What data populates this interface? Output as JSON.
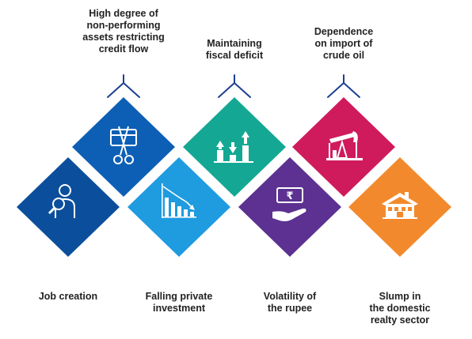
{
  "diagram": {
    "items": [
      {
        "label": "Job creation",
        "color": "#0b4f9c",
        "icon": "person-magnifier-icon"
      },
      {
        "label": "High degree of\nnon-performing\nassets restricting\ncredit flow",
        "color": "#0d5fb5",
        "icon": "scissors-card-icon"
      },
      {
        "label": "Falling private\ninvestment",
        "color": "#1f9be0",
        "icon": "declining-bar-chart-icon"
      },
      {
        "label": "Maintaining\nfiscal deficit",
        "color": "#14a894",
        "icon": "arrows-bars-icon"
      },
      {
        "label": "Volatility of\nthe rupee",
        "color": "#5c3191",
        "icon": "rupee-hand-icon"
      },
      {
        "label": "Dependence\non import of\ncrude oil",
        "color": "#cf1b5c",
        "icon": "oil-pump-icon"
      },
      {
        "label": "Slump in\nthe domestic\nrealty sector",
        "color": "#f28a2d",
        "icon": "house-icon"
      }
    ],
    "connector_color": "#1c3f94"
  }
}
